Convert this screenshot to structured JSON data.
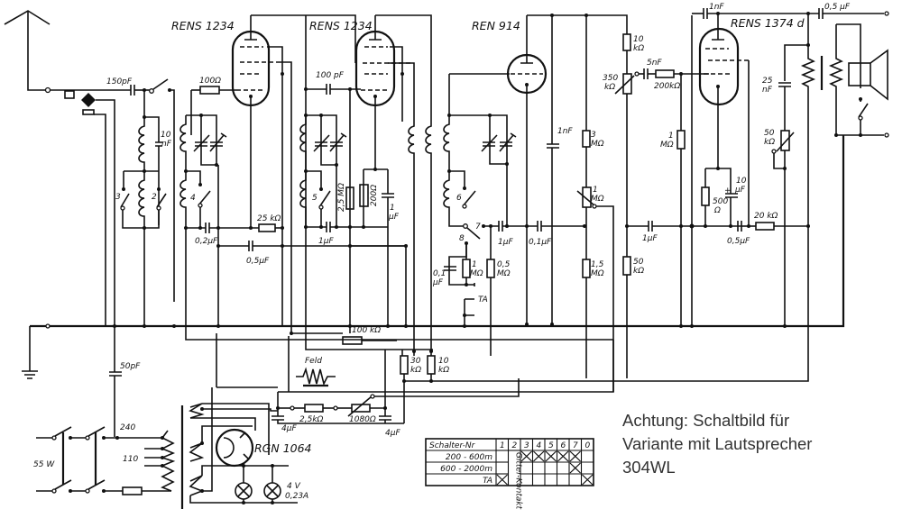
{
  "diagram": {
    "type": "radio-receiver-schematic",
    "tubes": [
      {
        "id": "v1",
        "label": "RENS 1234",
        "role": "HF-Pentode 1"
      },
      {
        "id": "v2",
        "label": "RENS 1234",
        "role": "HF-Pentode 2"
      },
      {
        "id": "v3",
        "label": "REN 914",
        "role": "Audion-Triode"
      },
      {
        "id": "v4",
        "label": "RENS 1374 d",
        "role": "End-Pentode"
      },
      {
        "id": "v5",
        "label": "RGN 1064",
        "role": "Gleichrichter"
      }
    ],
    "components": {
      "c_ant": "150pF",
      "c_ant2": "10 nF",
      "r_grid1": "100Ω",
      "c_cpl1": "100 pF",
      "c_02": "0,2µF",
      "r_25k": "25 kΩ",
      "c_05a": "0,5µF",
      "c_1a": "1µF",
      "r_25M": "2,5 MΩ",
      "r_200": "200Ω",
      "c_1b": "1 µF",
      "r_100k": "100 kΩ",
      "c_1nF_a": "1nF",
      "r_3M": "3 MΩ",
      "r_10k_top": "10 kΩ",
      "pot_350k": "350 kΩ",
      "c_5nF": "5nF",
      "r_200k": "200kΩ",
      "pot_1M": "1 MΩ",
      "c_1c": "1µF",
      "c_01": "0,1µF",
      "r_15M": "1,5 MΩ",
      "r_05M": "0,5 MΩ",
      "r_1M_a": "1 MΩ",
      "c_01b": "0,1 µF",
      "r_1M_b": "1 MΩ",
      "c_1d": "1µF",
      "r_50k": "50 kΩ",
      "c_1nF_b": "1nF",
      "c_05b": "0,5 µF",
      "c_25nF": "25 nF",
      "pot_50k": "50 kΩ",
      "r_500": "500 Ω",
      "c_10u": "10 µF",
      "c_05c": "0,5µF",
      "r_20k": "20 kΩ",
      "r_30k": "30 kΩ",
      "r_10k": "10 kΩ",
      "c_50p": "50pF",
      "field": "Feld",
      "r_25k_psu": "2,5kΩ",
      "pot_1080": "1080Ω",
      "c_4u_a": "4µF",
      "c_4u_b": "4µF",
      "lamp": [
        "4 V",
        "0,23A"
      ],
      "power": "55 W",
      "taps": [
        "240",
        "110"
      ]
    },
    "switch_numbers": [
      "2",
      "3",
      "4",
      "5",
      "6",
      "7",
      "8"
    ],
    "ta_label": "TA"
  },
  "switch_table": {
    "header": [
      "Schalter-Nr",
      "1",
      "2",
      "3",
      "4",
      "5",
      "6",
      "7",
      "0"
    ],
    "rows": [
      {
        "label": "200 - 600m",
        "marks": [
          false,
          null,
          true,
          true,
          true,
          true,
          true,
          false
        ]
      },
      {
        "label": "600 - 2000m",
        "marks": [
          false,
          null,
          false,
          false,
          false,
          false,
          true,
          false
        ]
      },
      {
        "label": "TA",
        "marks": [
          true,
          null,
          false,
          false,
          false,
          false,
          false,
          true
        ]
      }
    ],
    "col2_note": "Gitter-Kontakt"
  },
  "note": {
    "lines": [
      "Achtung: Schaltbild für",
      "Variante mit Lautsprecher",
      "304WL"
    ]
  }
}
